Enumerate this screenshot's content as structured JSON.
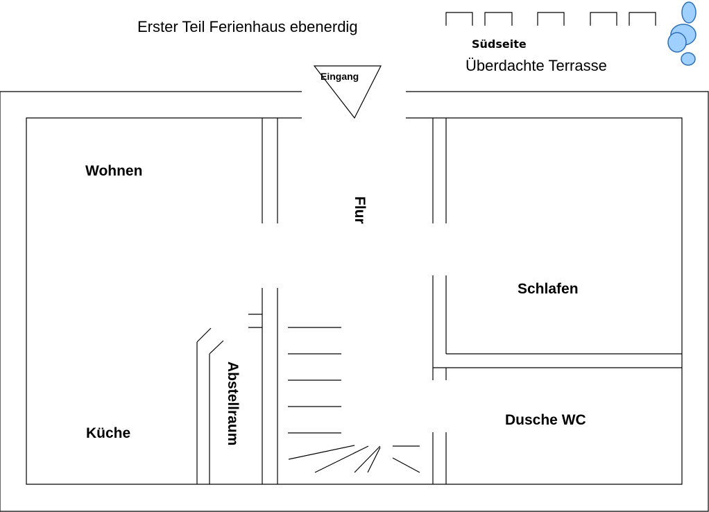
{
  "header": {
    "title": "Erster Teil Ferienhaus ebenerdig",
    "side_label": "Südseite",
    "terrace_label": "Überdachte Terrasse"
  },
  "entrance": {
    "label": "Eingang"
  },
  "rooms": {
    "wohnen": "Wohnen",
    "flur": "Flur",
    "schlafen": "Schlafen",
    "abstellraum": "Abstellraum",
    "kueche": "Küche",
    "dusche_wc": "Dusche WC"
  },
  "colors": {
    "wall": "#000000",
    "bush_fill": "#9fd0ff",
    "bush_stroke": "#2c6fb7",
    "background": "#ffffff"
  }
}
